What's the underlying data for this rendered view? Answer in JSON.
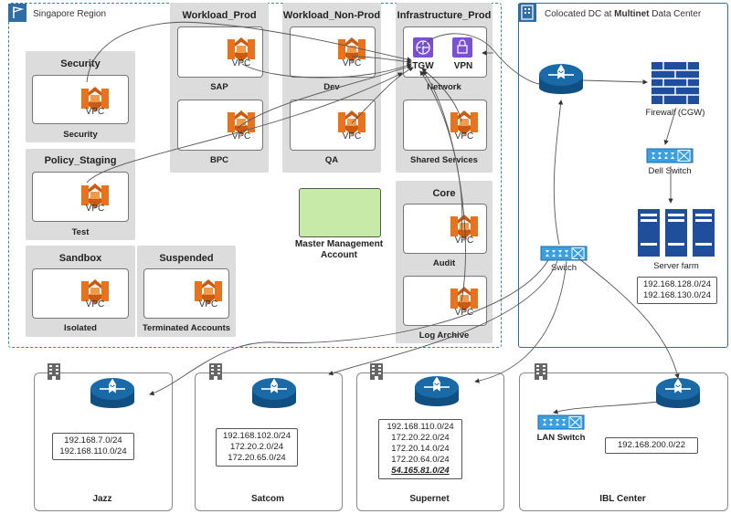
{
  "region": {
    "label": "Singapore Region"
  },
  "colocated": {
    "prefix": "Colocated DC at ",
    "bold": "Multinet",
    "suffix": " Data Center"
  },
  "vpc_label": "VPC",
  "accounts": {
    "security": {
      "title": "Security",
      "footer": "Security"
    },
    "policy_staging": {
      "title": "Policy_Staging",
      "footer": "Test"
    },
    "sandbox": {
      "title": "Sandbox",
      "footer": "Isolated"
    },
    "suspended": {
      "title": "Suspended",
      "footer": "Terminated Accounts"
    },
    "workload_prod": {
      "title": "Workload_Prod",
      "top_footer": "SAP",
      "bottom_footer": "BPC"
    },
    "workload_nonprod": {
      "title": "Workload_Non-Prod",
      "top_footer": "Dev",
      "bottom_footer": "QA"
    },
    "infra_prod": {
      "title": "Infrastructure_Prod",
      "tgw": "TGW",
      "vpn": "VPN",
      "top_footer": "Network",
      "bottom_footer": "Shared Services"
    },
    "core": {
      "title": "Core",
      "top_footer": "Audit",
      "bottom_footer": "Log Archive"
    },
    "master": {
      "line1": "Master Management",
      "line2": "Account"
    }
  },
  "dc_right": {
    "firewall": "Firewall (CGW)",
    "dell_switch": "Dell Switch",
    "server_farm": "Server farm",
    "server_ips": [
      "192.168.128.0/24",
      "192.168.130.0/24"
    ],
    "switch": "Switch"
  },
  "sites": [
    {
      "name": "Jazz",
      "ips": [
        "192.168.7.0/24",
        "192.168.110.0/24"
      ]
    },
    {
      "name": "Satcom",
      "ips": [
        "192.168.102.0/24",
        "172.20.2.0/24",
        "172.20.65.0/24"
      ]
    },
    {
      "name": "Supernet",
      "ips": [
        "192.168.110.0/24",
        "172.20.22.0/24",
        "172.20.14.0/24",
        "172.20.64.0/24",
        "54.165.81.0/24"
      ]
    },
    {
      "name": "IBL Center",
      "lan_switch": "LAN Switch",
      "ips": [
        "192.168.200.0/22"
      ]
    }
  ],
  "colors": {
    "vpc_orange": "#e8731c",
    "router_blue": "#1a6aa8",
    "switch_blue": "#3aa0e0",
    "tgw_purple": "#7b4fd6",
    "master_green": "#c8eaa8",
    "account_gray": "#dcdcdc",
    "region_blue": "#3b7fc0",
    "firewall_blue": "#1f4f9a"
  }
}
